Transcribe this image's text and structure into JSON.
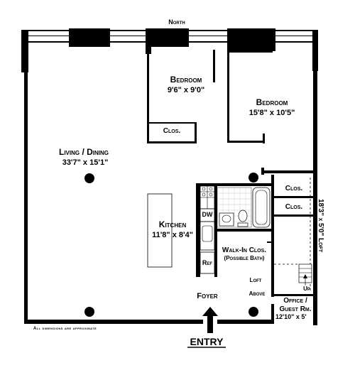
{
  "compass": {
    "north": "North"
  },
  "rooms": {
    "bedroom1": {
      "name": "Bedroom",
      "dims": "9'6\" x 9'0\""
    },
    "bedroom2": {
      "name": "Bedroom",
      "dims": "15'8\" x 10'5\""
    },
    "closet_bedroom1": "Clos.",
    "living": {
      "name": "Living / Dining",
      "dims": "33'7\" x 15'1\""
    },
    "kitchen": {
      "name": "Kitchen",
      "dims": "11'8\" x 8'4\""
    },
    "kitchen_fixtures": {
      "dw": "DW",
      "ref": "Ref"
    },
    "closet_hall1": "Clos.",
    "closet_hall2": "Clos.",
    "walkin": {
      "line1": "Walk-In Clos.",
      "line2": "(Possible Bath)"
    },
    "loft_dims": "18'3\" x 5'0\" Loft",
    "loft_above": {
      "line1": "Loft",
      "line2": "Above"
    },
    "stairs_label": "Up",
    "office": {
      "line1": "Office /",
      "line2": "Guest Rm.",
      "dims": "12'10\" x 5'"
    },
    "foyer": "Foyer",
    "entry": "ENTRY"
  },
  "footnote": "All dimensions are approximate"
}
